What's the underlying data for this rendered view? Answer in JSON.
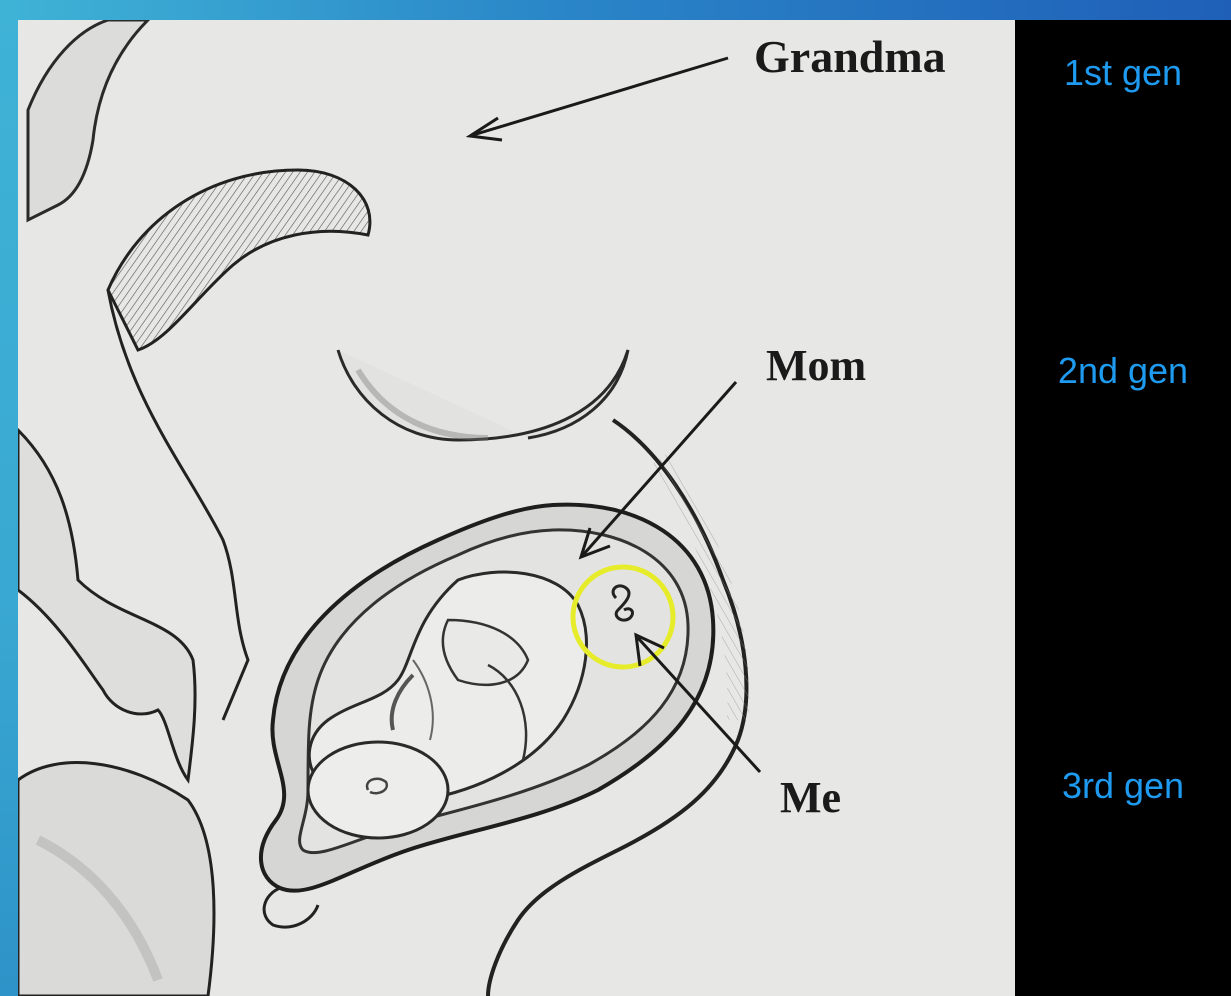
{
  "labels": {
    "grandma": "Grandma",
    "mom": "Mom",
    "me": "Me"
  },
  "generations": [
    {
      "label": "1st gen"
    },
    {
      "label": "2nd gen"
    },
    {
      "label": "3rd gen"
    }
  ],
  "colors": {
    "frame_accent": "#3fb3d6",
    "generation_text": "#1e9bf0",
    "highlight_circle": "#e6ec2a",
    "paper": "#e7e7e5",
    "ink": "#1a1a1a"
  }
}
